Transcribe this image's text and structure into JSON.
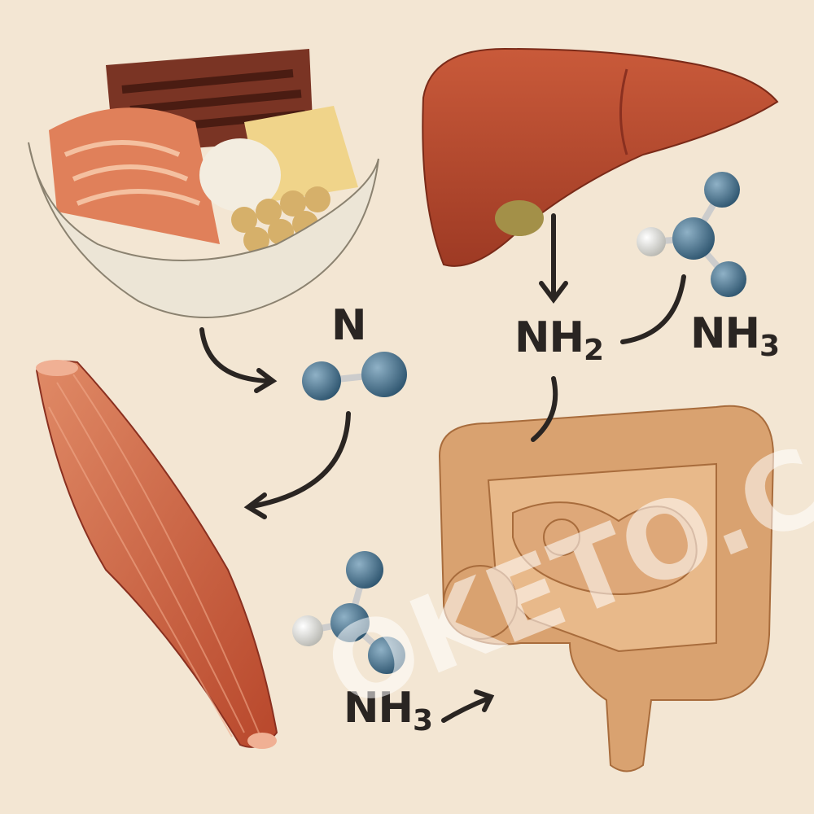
{
  "labels": {
    "nitrogen": {
      "main": "N"
    },
    "amine": {
      "main": "NH",
      "sub": "2"
    },
    "ammonia_top": {
      "main": "NH",
      "sub": "3"
    },
    "ammonia_bottom": {
      "main": "NH",
      "sub": "3"
    }
  },
  "watermark": "OKETO.COM",
  "colors": {
    "background": "#f3e6d3",
    "liver": "#b5452c",
    "muscle": "#c85e3c",
    "intestine": "#d9a270",
    "atom_n": "#3f6b85",
    "atom_h": "#d8d8d4",
    "ink": "#2a2522"
  }
}
